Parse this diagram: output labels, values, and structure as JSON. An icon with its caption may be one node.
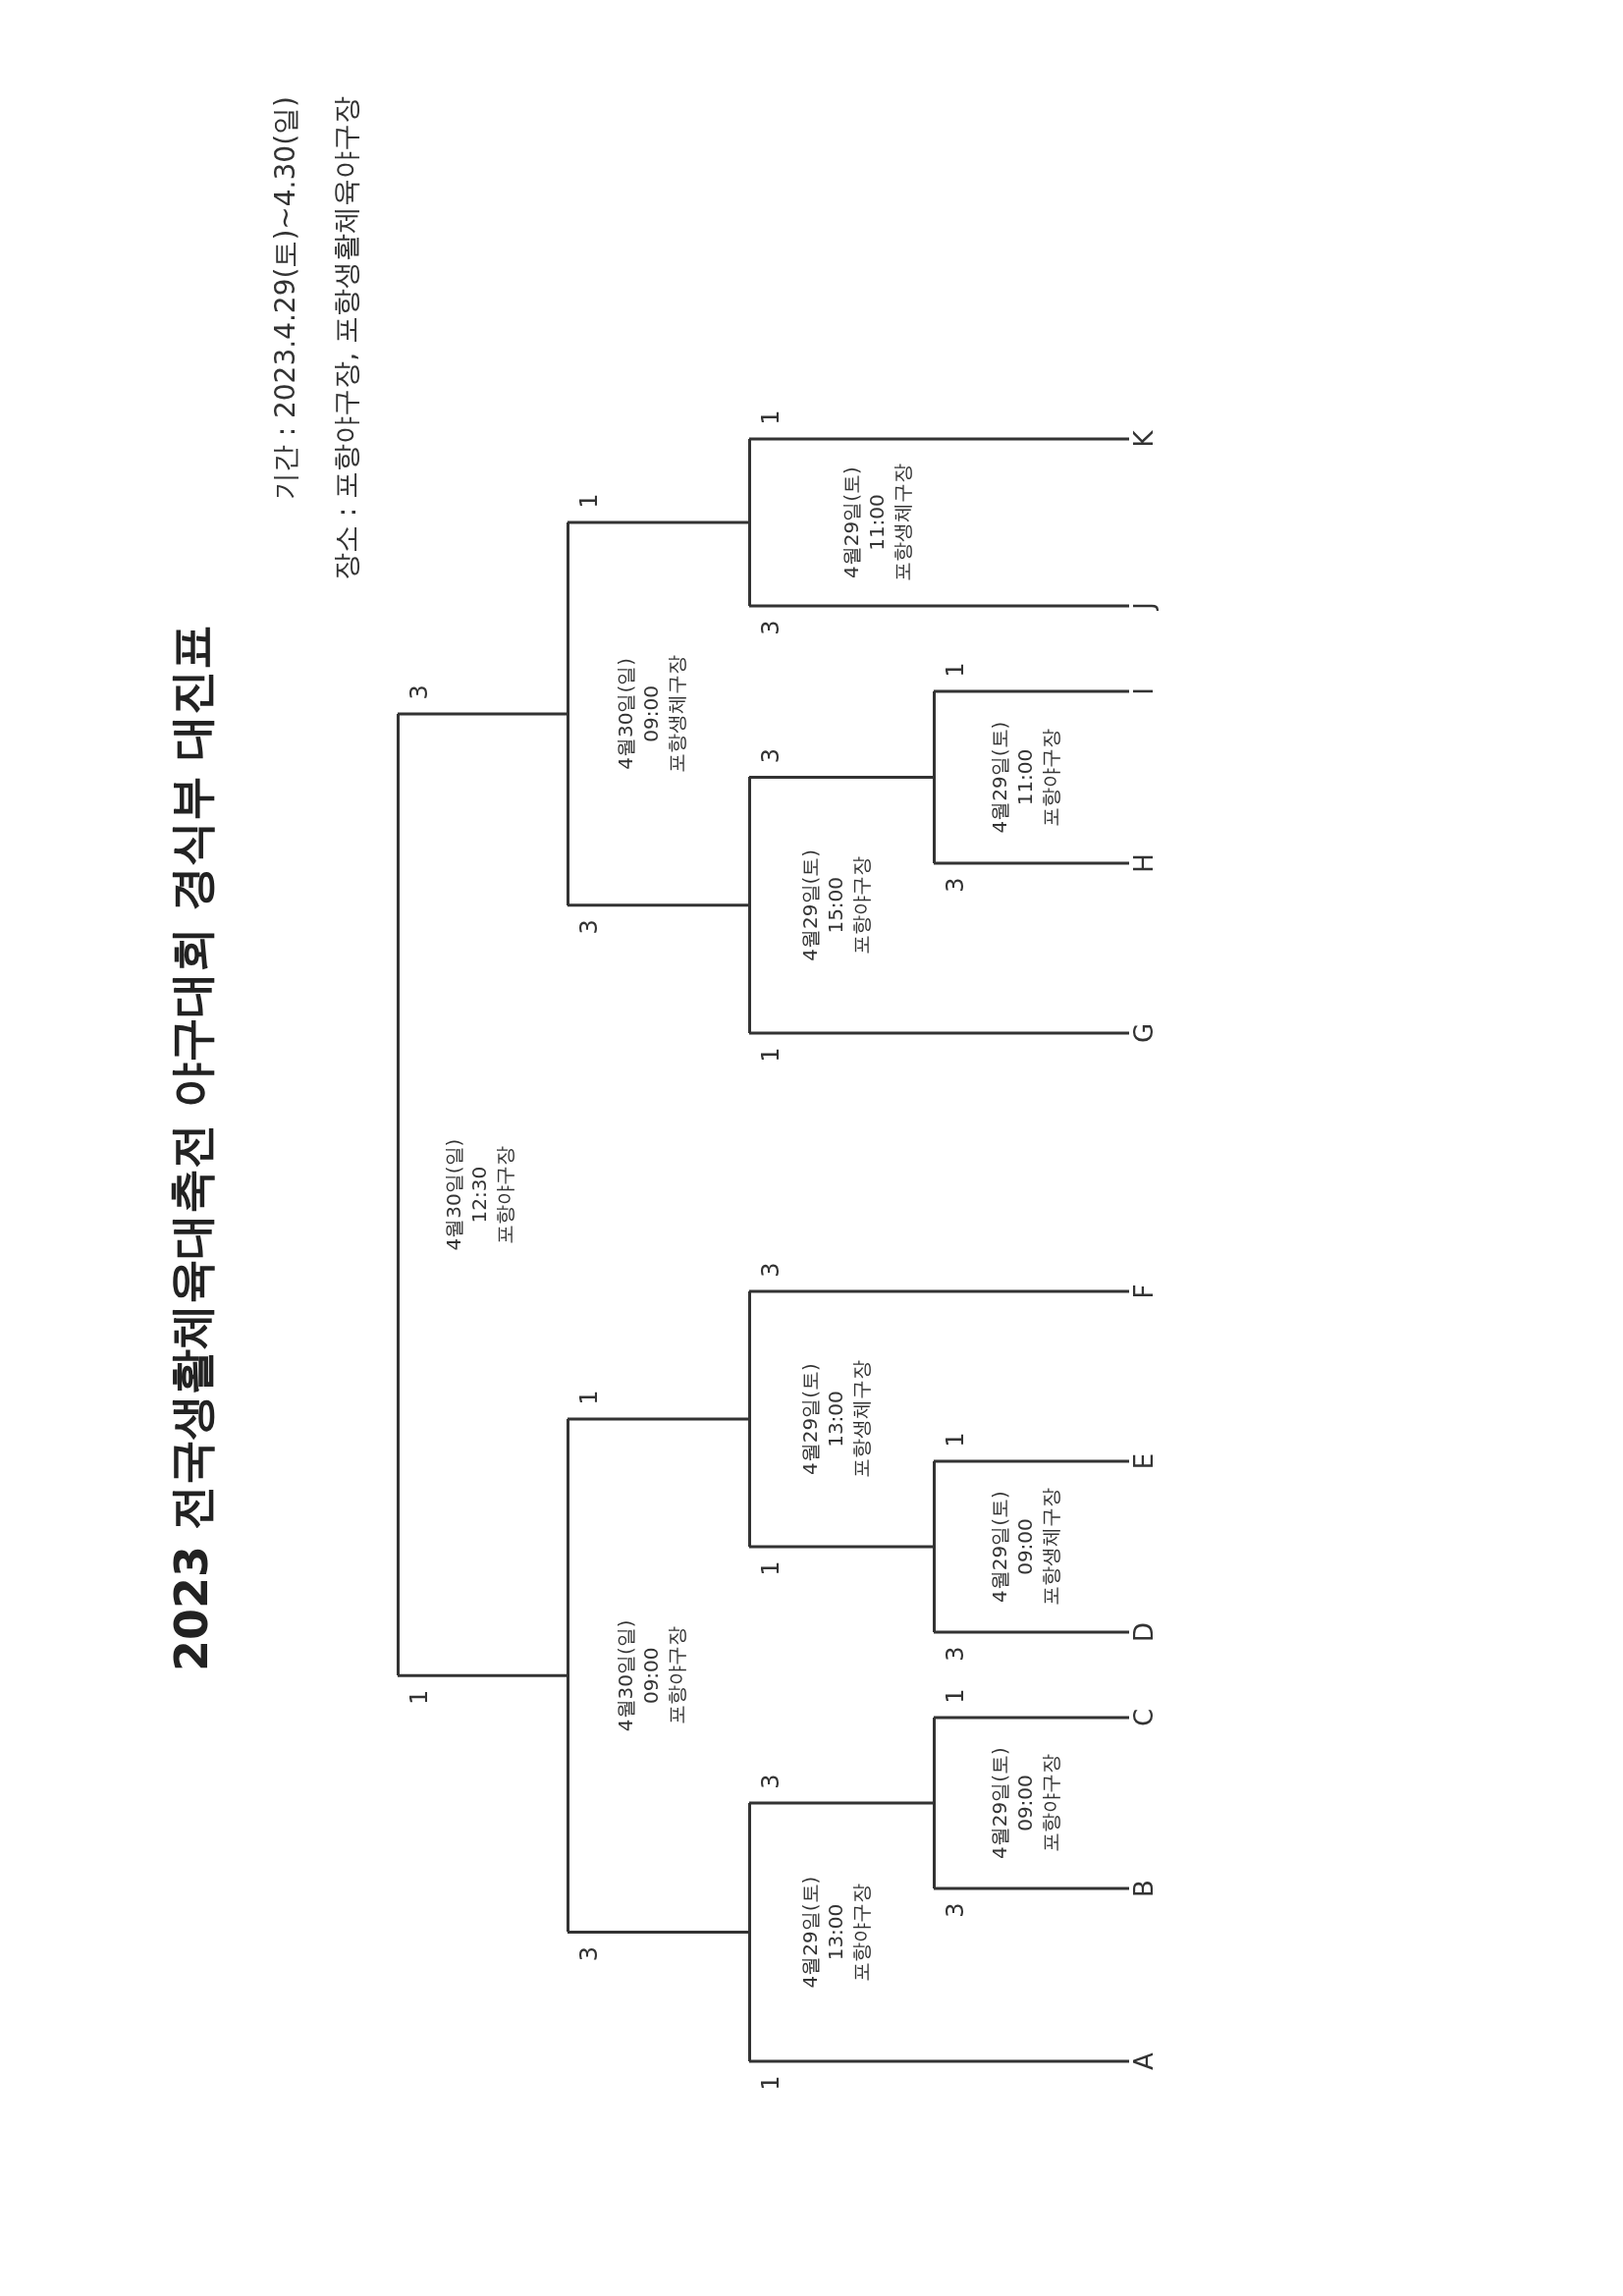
{
  "diagram": {
    "title": "2023 전국생활체육대축전 야구대회 경식부 대진표",
    "nodes": [
      {
        "text": [
          "4월30일(일)",
          "12:30",
          "포항야구장"
        ]
      },
      {
        "text": [
          "4월30일(일)",
          "09:00",
          "포항야구장"
        ]
      },
      {
        "text": [
          "4월30일(일)",
          "09:00",
          "포항생체구장"
        ]
      },
      {
        "text": [
          "4월29일(토)",
          "13:00",
          "포항야구장"
        ]
      },
      {
        "text": [
          "4월29일(토)",
          "13:00",
          "포항생체구장"
        ]
      },
      {
        "text": [
          "4월29일(토)",
          "15:00",
          "포항야구장"
        ]
      },
      {
        "text": [
          "4월29일(토)",
          "11:00",
          "포항생체구장"
        ]
      },
      {
        "text": [
          "4월29일(토)",
          "09:00",
          "포항야구장"
        ]
      },
      {
        "text": [
          "4월29일(토)",
          "09:00",
          "포항생체구장"
        ]
      },
      {
        "text": [
          "4월29일(토)",
          "11:00",
          "포항야구장"
        ]
      },
      {
        "text": [
          "A"
        ]
      },
      {
        "text": [
          "B"
        ]
      },
      {
        "text": [
          "C"
        ]
      },
      {
        "text": [
          "D"
        ]
      },
      {
        "text": [
          "E"
        ]
      },
      {
        "text": [
          "F"
        ]
      },
      {
        "text": [
          "G"
        ]
      },
      {
        "text": [
          "H"
        ]
      },
      {
        "text": [
          "I"
        ]
      },
      {
        "text": [
          "J"
        ]
      },
      {
        "text": [
          "K"
        ]
      }
    ],
    "edges": [
      {
        "from": 10,
        "to": 3,
        "arrow": "none",
        "label": "1"
      },
      {
        "from": 7,
        "to": 3,
        "arrow": "none",
        "label": "3"
      },
      {
        "from": 11,
        "to": 7,
        "arrow": "none",
        "label": "3"
      },
      {
        "from": 12,
        "to": 7,
        "arrow": "none",
        "label": "1"
      },
      {
        "from": 13,
        "to": 8,
        "arrow": "none",
        "label": "3"
      },
      {
        "from": 14,
        "to": 8,
        "arrow": "none",
        "label": "1"
      },
      {
        "from": 8,
        "to": 4,
        "arrow": "none",
        "label": "1"
      },
      {
        "from": 15,
        "to": 4,
        "arrow": "none",
        "label": "3"
      },
      {
        "from": 3,
        "to": 1,
        "arrow": "none",
        "label": "3"
      },
      {
        "from": 4,
        "to": 1,
        "arrow": "none",
        "label": "1"
      },
      {
        "from": 16,
        "to": 5,
        "arrow": "none",
        "label": "1"
      },
      {
        "from": 9,
        "to": 5,
        "arrow": "none",
        "label": "3"
      },
      {
        "from": 17,
        "to": 9,
        "arrow": "none",
        "label": "3"
      },
      {
        "from": 18,
        "to": 9,
        "arrow": "none",
        "label": "1"
      },
      {
        "from": 19,
        "to": 6,
        "arrow": "none",
        "label": "3"
      },
      {
        "from": 20,
        "to": 6,
        "arrow": "none",
        "label": "1"
      },
      {
        "from": 5,
        "to": 2,
        "arrow": "none",
        "label": "3"
      },
      {
        "from": 6,
        "to": 2,
        "arrow": "none",
        "label": "1"
      },
      {
        "from": 1,
        "to": 0,
        "arrow": "none",
        "label": "1"
      },
      {
        "from": 2,
        "to": 0,
        "arrow": "none",
        "label": "3"
      }
    ],
    "labels": [
      "기간 : 2023.4.29(토)~4.30(일)",
      "장소 : 포항야구장, 포항생활체육야구장"
    ]
  }
}
